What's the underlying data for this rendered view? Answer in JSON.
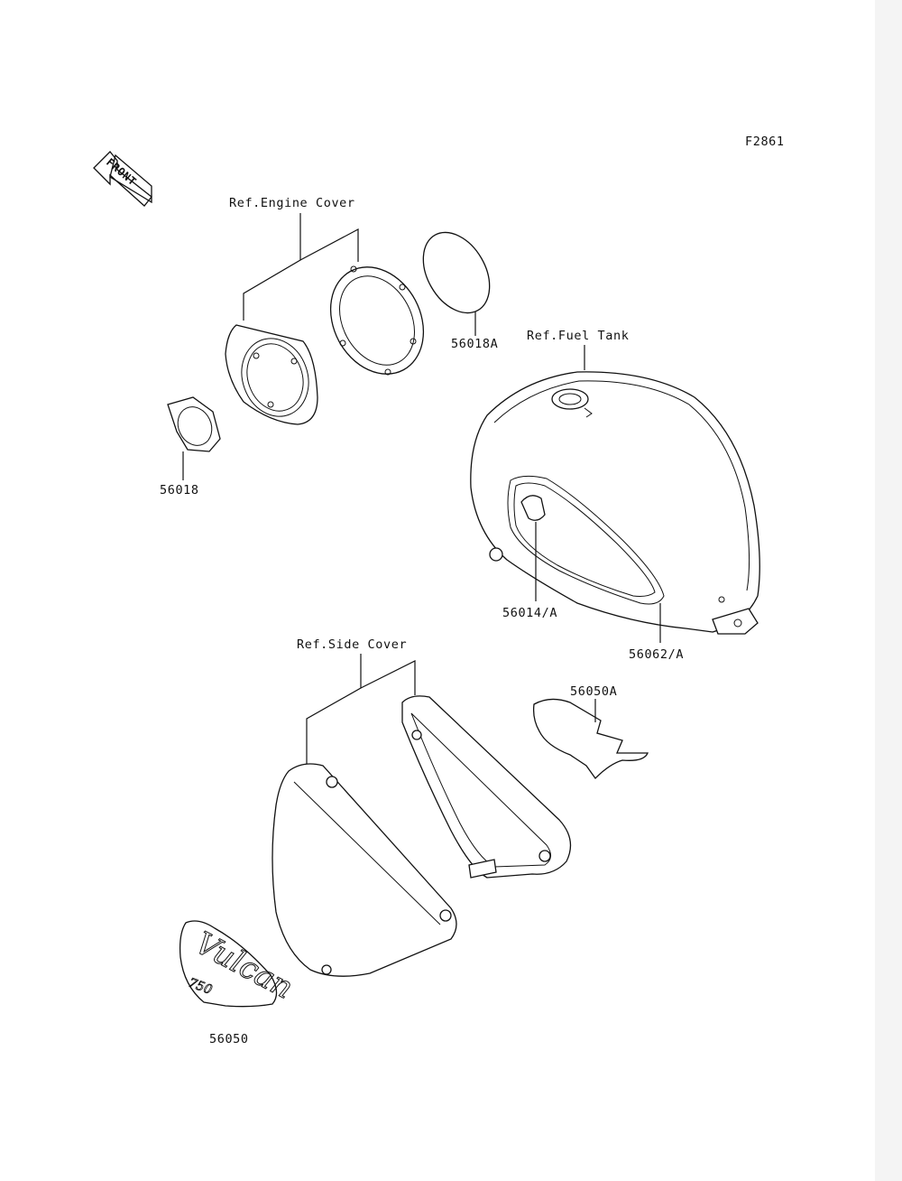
{
  "figure_code": "F2861",
  "front_arrow_text": "FRONT",
  "references": {
    "engine_cover": "Ref.Engine Cover",
    "fuel_tank": "Ref.Fuel Tank",
    "side_cover": "Ref.Side Cover"
  },
  "parts": {
    "p56018": "56018",
    "p56018A": "56018A",
    "p56014A": "56014/A",
    "p56062A": "56062/A",
    "p56050A": "56050A",
    "p56050": "56050"
  },
  "emblem_text": {
    "main": "Vulcan",
    "sub": "750"
  }
}
